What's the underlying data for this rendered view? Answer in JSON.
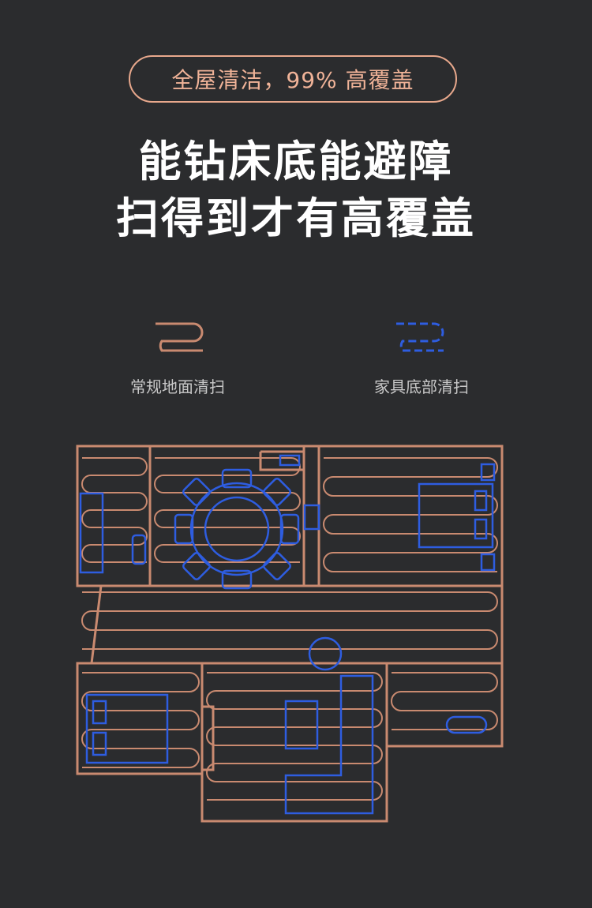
{
  "badge": {
    "text": "全屋清洁，99% 高覆盖"
  },
  "headline": {
    "line1": "能钻床底能避障",
    "line2": "扫得到才有高覆盖"
  },
  "legend": [
    {
      "label": "常规地面清扫",
      "icon": "solid-serpentine-path-icon",
      "color": "#c98a70"
    },
    {
      "label": "家具底部清扫",
      "icon": "dashed-serpentine-path-icon",
      "color": "#2e5de0"
    }
  ],
  "colors": {
    "background": "#2b2c2e",
    "wall": "#c98a70",
    "path": "#c98a70",
    "furniture": "#2e5de0"
  }
}
